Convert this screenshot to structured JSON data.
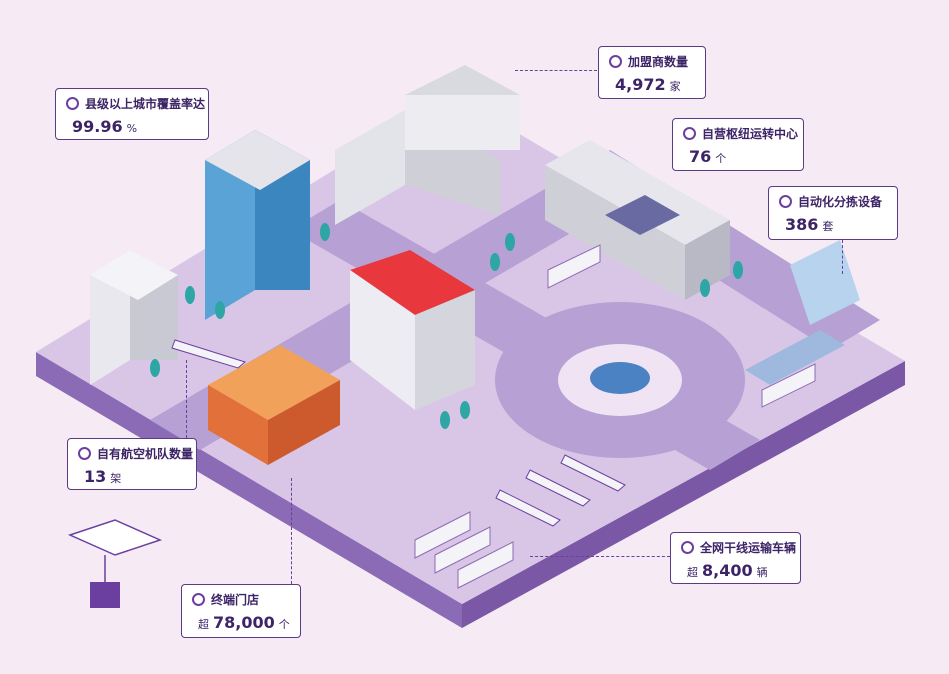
{
  "colors": {
    "background": "#f6eaf4",
    "ground": "#cdb7dd",
    "road": "#a893c9",
    "accent": "#5b3a86",
    "text": "#3d2466"
  },
  "stats": {
    "coverage": {
      "label": "县级以上城市覆盖率达",
      "value": "99.96",
      "unit": "%"
    },
    "franchise": {
      "label": "加盟商数量",
      "value": "4,972",
      "unit": "家"
    },
    "hub": {
      "label": "自营枢纽运转中心",
      "value": "76",
      "unit": "个"
    },
    "sorting": {
      "label": "自动化分拣设备",
      "value": "386",
      "unit": "套"
    },
    "aircraft": {
      "label": "自有航空机队数量",
      "value": "13",
      "unit": "架"
    },
    "trucks": {
      "label": "全网干线运输车辆",
      "prefix": "超",
      "value": "8,400",
      "unit": "辆"
    },
    "stores": {
      "label": "终端门店",
      "prefix": "超",
      "value": "78,000",
      "unit": "个"
    }
  }
}
